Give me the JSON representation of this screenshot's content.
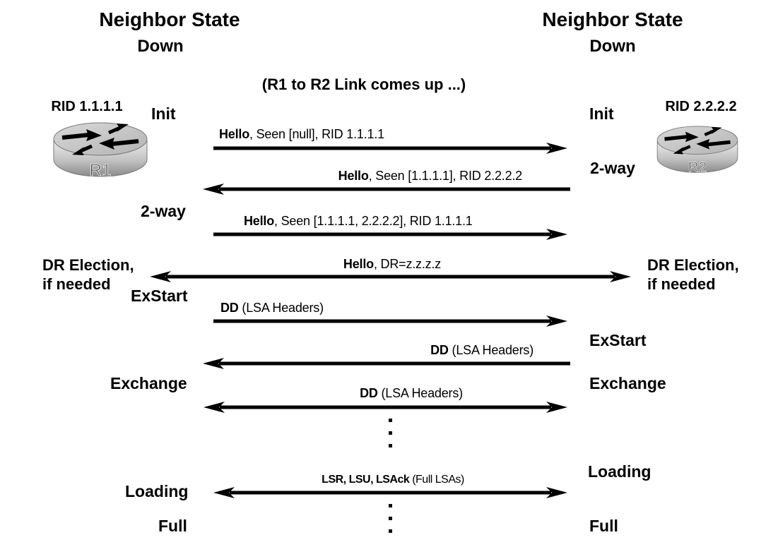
{
  "headers": {
    "left": {
      "title": "Neighbor State",
      "state": "Down"
    },
    "right": {
      "title": "Neighbor State",
      "state": "Down"
    }
  },
  "event_note": "(R1 to R2 Link comes up ...)",
  "routers": {
    "r1": {
      "rid": "RID 1.1.1.1",
      "name": "R1"
    },
    "r2": {
      "rid": "RID 2.2.2.2",
      "name": "R2"
    }
  },
  "states": {
    "left": {
      "init": "Init",
      "two_way": "2-way",
      "dr_election_1": "DR Election,",
      "dr_election_2": "if needed",
      "exstart": "ExStart",
      "exchange": "Exchange",
      "loading": "Loading",
      "full": "Full"
    },
    "right": {
      "init": "Init",
      "two_way": "2-way",
      "dr_election_1": "DR Election,",
      "dr_election_2": "if needed",
      "exstart": "ExStart",
      "exchange": "Exchange",
      "loading": "Loading",
      "full": "Full"
    }
  },
  "messages": [
    {
      "bold": "Hello",
      "rest": ", Seen [null], RID 1.1.1.1",
      "direction": "right"
    },
    {
      "bold": "Hello",
      "rest": ", Seen [1.1.1.1], RID 2.2.2.2",
      "direction": "left"
    },
    {
      "bold": "Hello",
      "rest": ", Seen [1.1.1.1, 2.2.2.2], RID 1.1.1.1",
      "direction": "right"
    },
    {
      "bold": "Hello",
      "rest": ", DR=z.z.z.z",
      "direction": "both"
    },
    {
      "bold": "DD",
      "rest": " (LSA Headers)",
      "direction": "right"
    },
    {
      "bold": "DD",
      "rest": " (LSA Headers)",
      "direction": "left"
    },
    {
      "bold": "DD",
      "rest": " (LSA Headers)",
      "direction": "both"
    },
    {
      "bold": "LSR, LSU, LSAck",
      "rest": " (Full LSAs)",
      "direction": "both"
    }
  ],
  "continuation_dots": {
    "groups": 2,
    "dots_per_group": 3
  },
  "colors": {
    "background": "#ffffff",
    "text": "#000000",
    "arrow": "#000000",
    "router_body_light": "#e6e6e6",
    "router_body_dark": "#8f8f8f",
    "router_top": "#c9c9c9"
  }
}
